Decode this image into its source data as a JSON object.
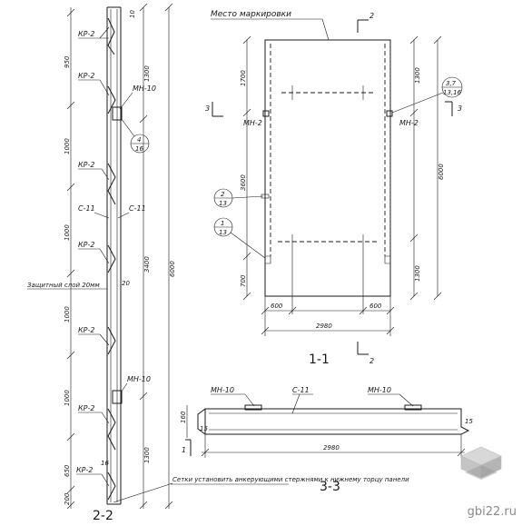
{
  "labels": {
    "marking_place": "Место маркировки",
    "net_note": "Сетки установить анкерующими стержнями к нижнему торцу панели",
    "protective_layer": "Защитный слой 20мм",
    "sec_11": "1-1",
    "sec_22": "2-2",
    "sec_33": "3-3",
    "cut_2": "2",
    "cut_1": "1",
    "cut_3": "3",
    "kr2": "КР-2",
    "c11": "С-11",
    "mh10": "МН-10",
    "mh2": "МН-2",
    "c_46_top": "4",
    "c_46_bot": "16",
    "c_2_top": "2",
    "c_2_bot": "13",
    "c_1_top": "1",
    "c_1_bot": "13",
    "c_37_top": "3,7",
    "c_37_bot": "13,16",
    "d_20": "20",
    "d_16": "16",
    "d_15": "15"
  },
  "dims_22": {
    "left": [
      "950",
      "1000",
      "1000",
      "1000",
      "1000",
      "650",
      "200"
    ],
    "right": [
      "1300",
      "3400",
      "1300"
    ],
    "total": "6000",
    "top": "10"
  },
  "dims_11": {
    "left": [
      "1700",
      "3600",
      "700"
    ],
    "right": [
      "1300",
      "1300"
    ],
    "total": "6000",
    "bottom": [
      "600",
      "600",
      "2980"
    ]
  },
  "dims_33": {
    "width": "2980",
    "height": "160"
  },
  "watermark": "gbi22.ru",
  "colors": {
    "ink": "#1a1a1a",
    "watermark": "#8a8a8a",
    "paper": "#ffffff"
  }
}
